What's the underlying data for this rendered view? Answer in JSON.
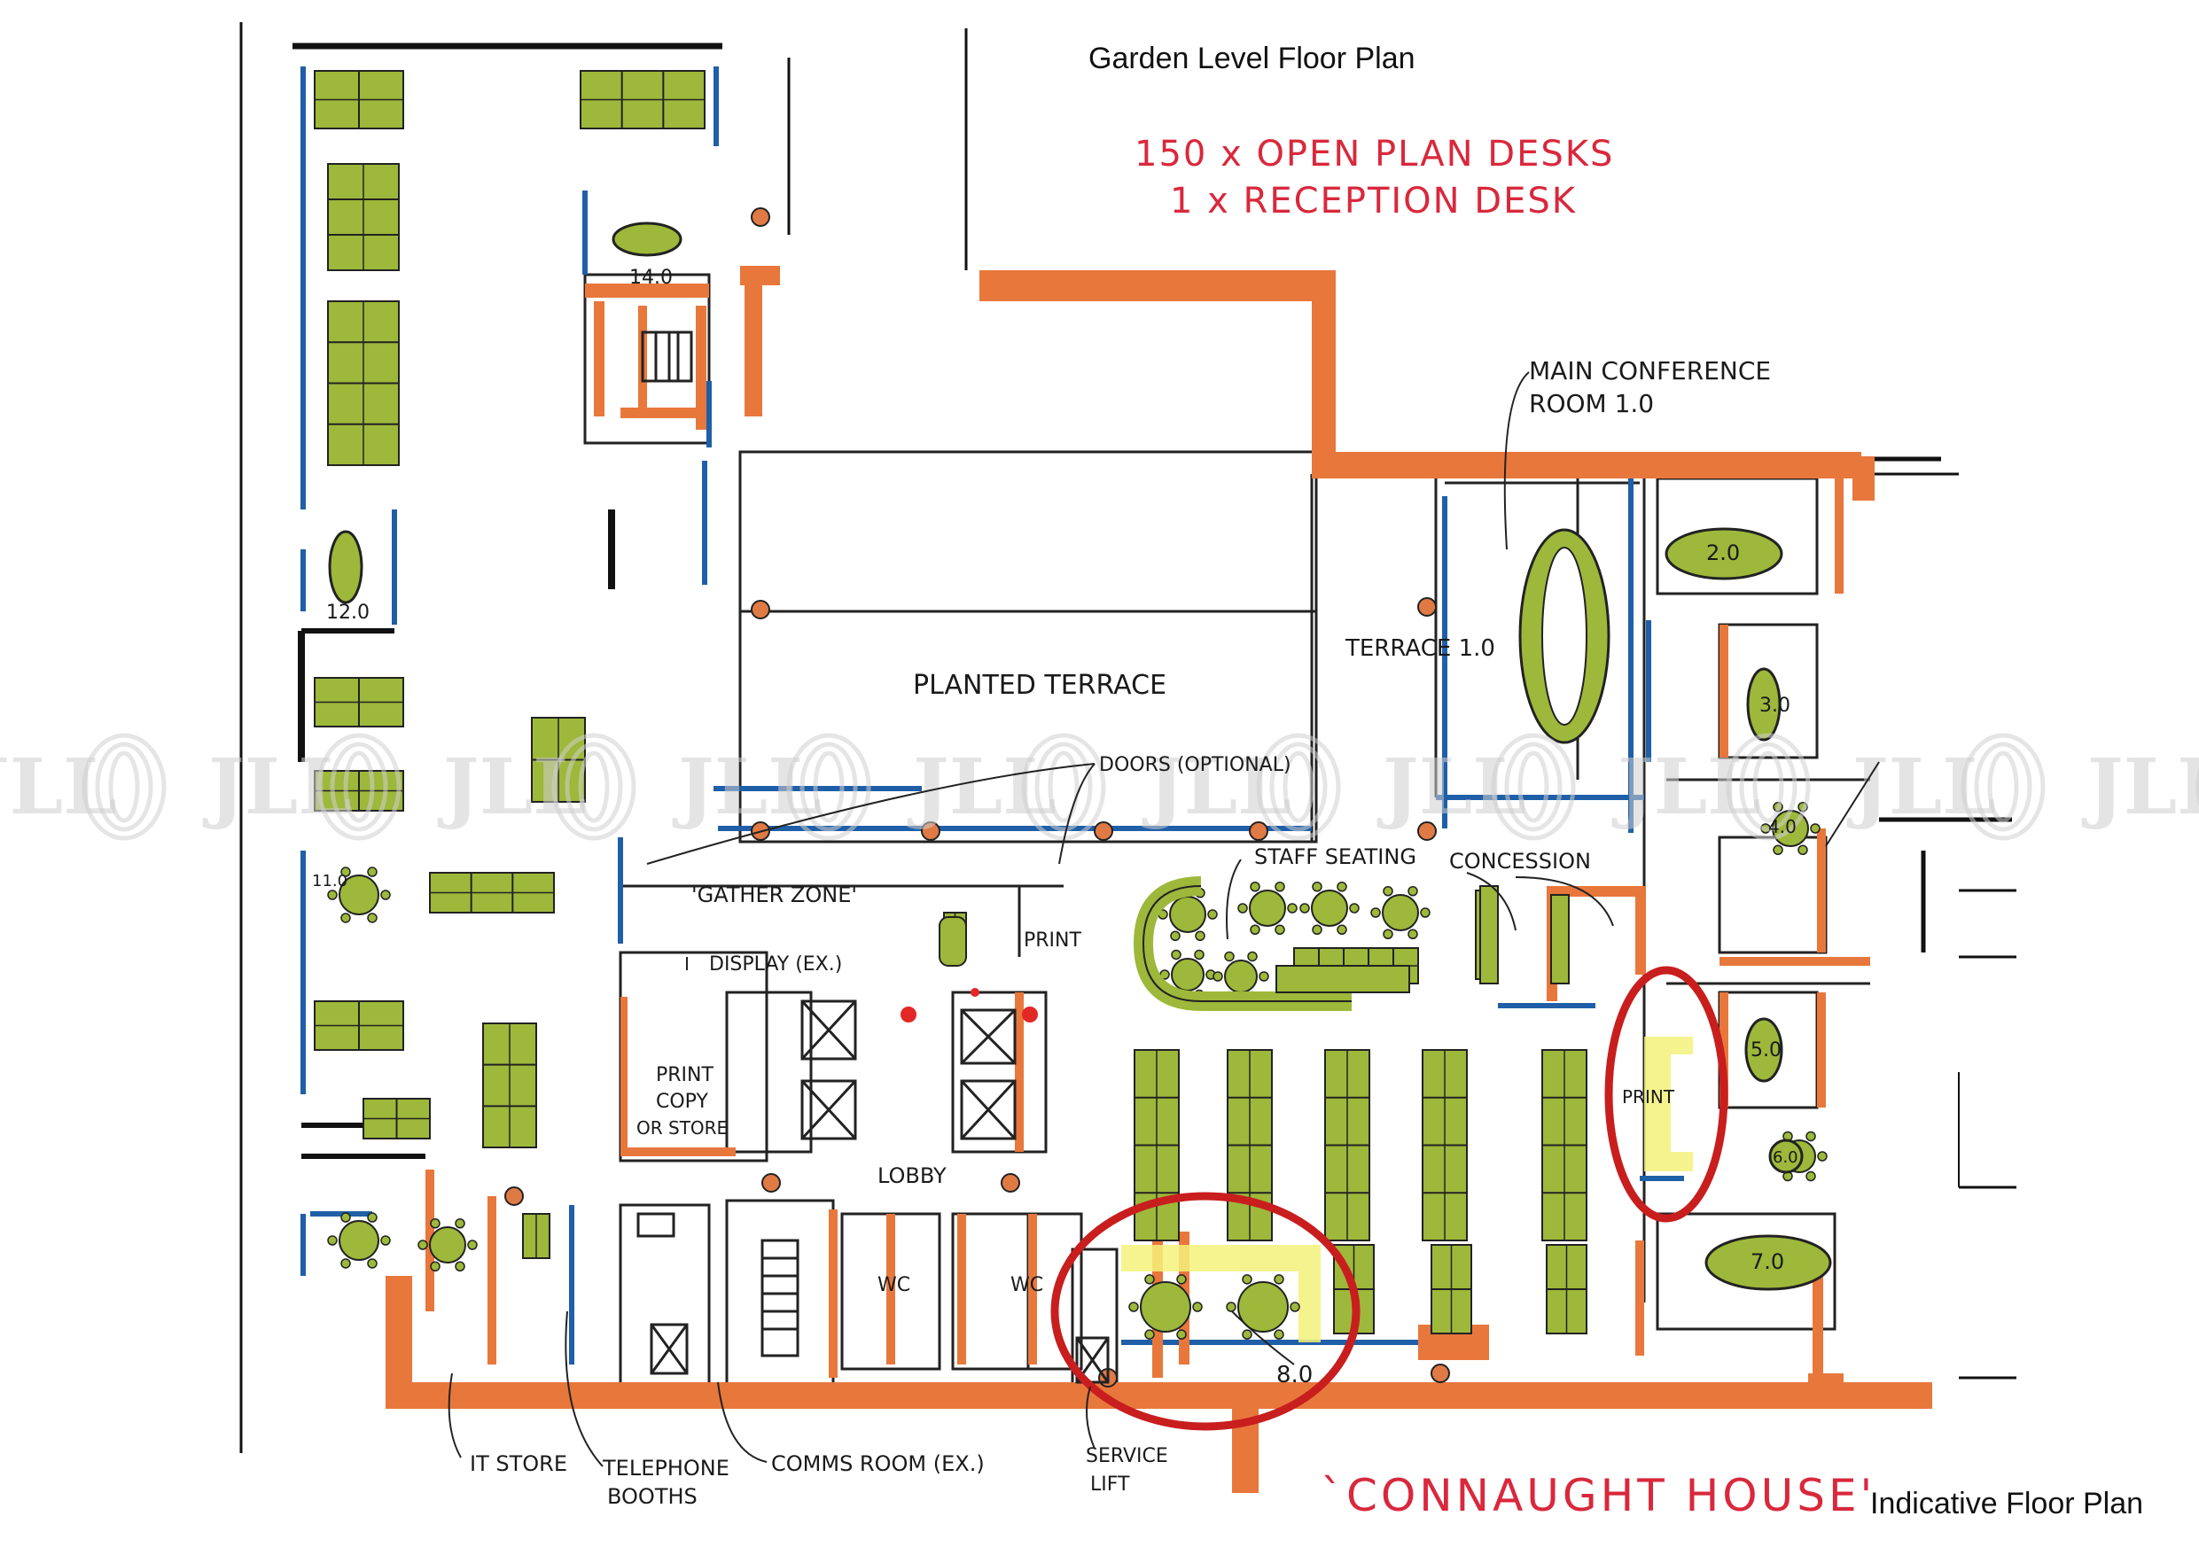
{
  "titles": {
    "garden_level": "Garden Level Floor Plan",
    "indicative": "Indicative Floor Plan",
    "building": "`CONNAUGHT HOUSE'"
  },
  "notes": {
    "desks_line1": "150 x OPEN PLAN DESKS",
    "desks_line2": "1 x RECEPTION DESK"
  },
  "labels": {
    "main_conference_1": "MAIN CONFERENCE",
    "main_conference_2": "ROOM 1.0",
    "terrace": "TERRACE 1.0",
    "planted_terrace": "PLANTED TERRACE",
    "doors": "DOORS (OPTIONAL)",
    "gather_zone": "'GATHER ZONE'",
    "display": "DISPLAY (EX.)",
    "print": "PRINT",
    "print_copy_1": "PRINT",
    "print_copy_2": "COPY",
    "print_copy_3": "OR STORE",
    "lobby": "LOBBY",
    "staff_seating": "STAFF SEATING",
    "concession": "CONCESSION",
    "wc_1": "WC",
    "wc_2": "WC",
    "print_2": "PRINT",
    "it_store": "IT STORE",
    "telephone_1": "TELEPHONE",
    "telephone_2": "BOOTHS",
    "comms": "COMMS ROOM (EX.)",
    "service_1": "SERVICE",
    "service_2": "LIFT"
  },
  "rooms": {
    "r14": "14.0",
    "r12": "12.0",
    "r11": "11.0",
    "r20": "2.0",
    "r30": "3.0",
    "r40": "4.0",
    "r50": "5.0",
    "r60": "6.0",
    "r70": "7.0",
    "r80": "8.0"
  },
  "watermark": "JLL",
  "colors": {
    "desk": "#9db83a",
    "wall_blue": "#1f5fa8",
    "wall_orange": "#e8773c",
    "highlight_red": "#c81e1e",
    "highlight_yellow": "#f4f27a",
    "annotation_red": "#d9283c"
  }
}
